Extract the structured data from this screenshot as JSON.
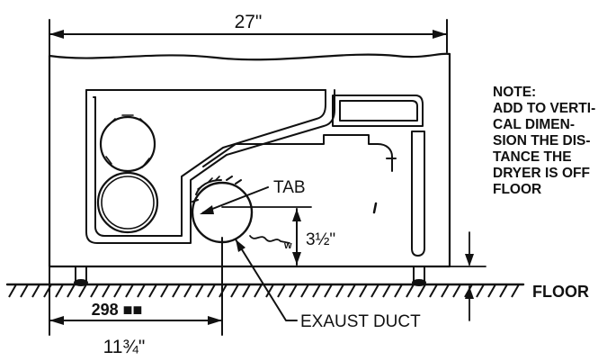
{
  "diagram": {
    "width_label": "27\"",
    "tab_label": "TAB",
    "vertical_label": "3½\"",
    "metric_label": "298 ■■",
    "inch_label": "11¾\"",
    "floor_label": "FLOOR",
    "duct_label": "EXAUST DUCT",
    "note": {
      "lines": [
        "NOTE:",
        "ADD TO VERTI-",
        "CAL DIMEN-",
        "SION  THE DIS-",
        "TANCE THE",
        "DRYER IS OFF",
        "FLOOR"
      ]
    }
  }
}
